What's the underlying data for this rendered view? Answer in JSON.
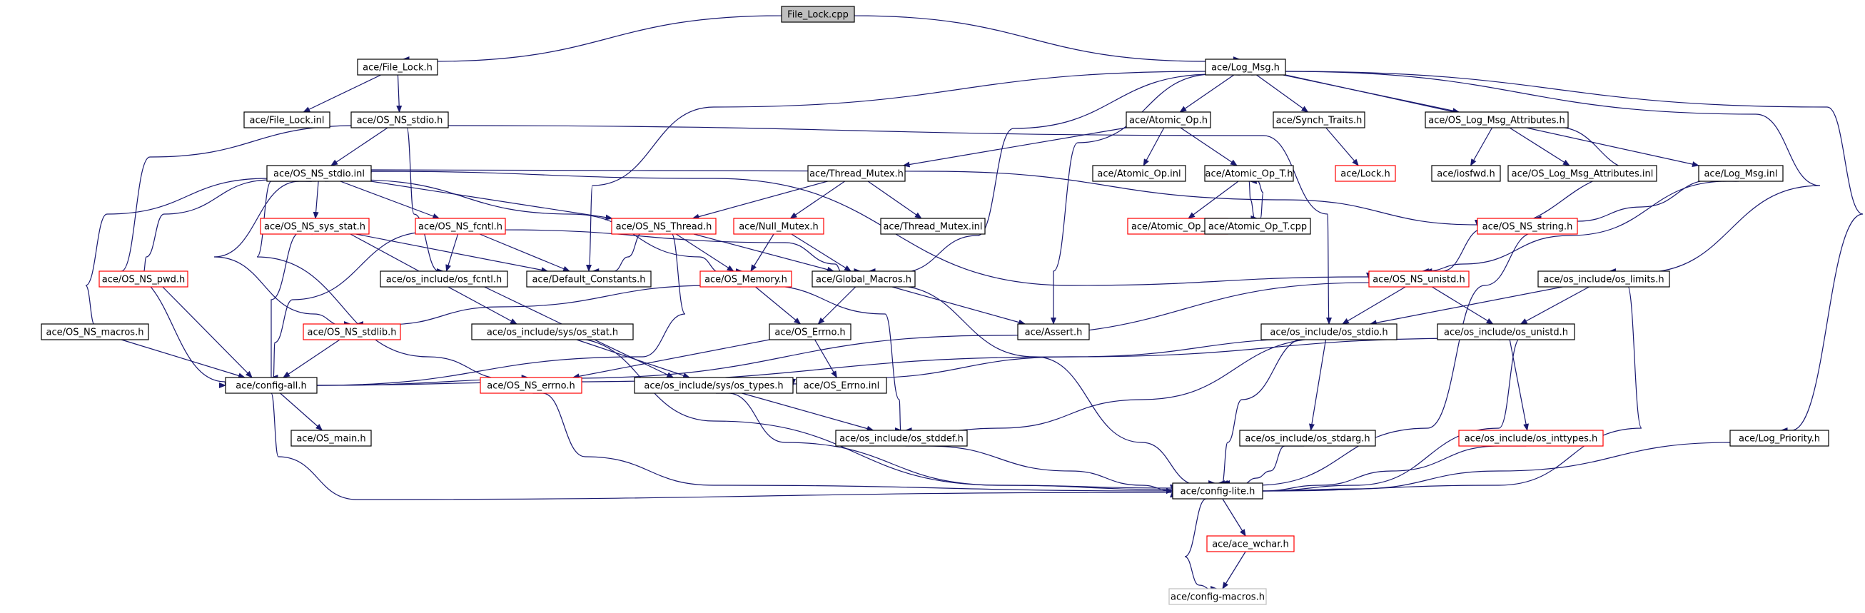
{
  "nodes": {
    "n0": {
      "label": "File_Lock.cpp"
    },
    "n1": {
      "label": "ace/File_Lock.h"
    },
    "n2": {
      "label": "ace/Log_Msg.h"
    },
    "n3": {
      "label": "ace/File_Lock.inl"
    },
    "n4": {
      "label": "ace/OS_NS_stdio.h"
    },
    "n5": {
      "label": "ace/Atomic_Op.h"
    },
    "n6": {
      "label": "ace/Synch_Traits.h"
    },
    "n7": {
      "label": "ace/OS_Log_Msg_Attributes.h"
    },
    "n8": {
      "label": "ace/OS_NS_stdio.inl"
    },
    "n9": {
      "label": "ace/Thread_Mutex.h"
    },
    "n10": {
      "label": "ace/Atomic_Op.inl"
    },
    "n11": {
      "label": "ace/Atomic_Op_T.h"
    },
    "n12": {
      "label": "ace/Lock.h"
    },
    "n13": {
      "label": "ace/iosfwd.h"
    },
    "n14": {
      "label": "ace/OS_Log_Msg_Attributes.inl"
    },
    "n15": {
      "label": "ace/Log_Msg.inl"
    },
    "n16": {
      "label": "ace/OS_NS_sys_stat.h"
    },
    "n17": {
      "label": "ace/OS_NS_fcntl.h"
    },
    "n18": {
      "label": "ace/OS_NS_Thread.h"
    },
    "n19": {
      "label": "ace/Null_Mutex.h"
    },
    "n20": {
      "label": "ace/Thread_Mutex.inl"
    },
    "n21": {
      "label": "ace/Atomic_Op_T.inl"
    },
    "n22": {
      "label": "ace/Atomic_Op_T.cpp"
    },
    "n23": {
      "label": "ace/OS_NS_string.h"
    },
    "n24": {
      "label": "ace/OS_NS_pwd.h"
    },
    "n25": {
      "label": "ace/os_include/os_fcntl.h"
    },
    "n26": {
      "label": "ace/Default_Constants.h"
    },
    "n27": {
      "label": "ace/OS_Memory.h"
    },
    "n28": {
      "label": "ace/Global_Macros.h"
    },
    "n29": {
      "label": "ace/OS_NS_unistd.h"
    },
    "n30": {
      "label": "ace/os_include/os_limits.h"
    },
    "n31": {
      "label": "ace/OS_NS_macros.h"
    },
    "n32": {
      "label": "ace/OS_NS_stdlib.h"
    },
    "n33": {
      "label": "ace/os_include/sys/os_stat.h"
    },
    "n34": {
      "label": "ace/OS_Errno.h"
    },
    "n35": {
      "label": "ace/Assert.h"
    },
    "n36": {
      "label": "ace/os_include/os_stdio.h"
    },
    "n37": {
      "label": "ace/os_include/os_unistd.h"
    },
    "n38": {
      "label": "ace/config-all.h"
    },
    "n39": {
      "label": "ace/OS_NS_errno.h"
    },
    "n40": {
      "label": "ace/os_include/sys/os_types.h"
    },
    "n41": {
      "label": "ace/OS_Errno.inl"
    },
    "n42": {
      "label": "ace/OS_main.h"
    },
    "n43": {
      "label": "ace/os_include/os_stddef.h"
    },
    "n44": {
      "label": "ace/os_include/os_stdarg.h"
    },
    "n45": {
      "label": "ace/os_include/os_inttypes.h"
    },
    "n46": {
      "label": "ace/Log_Priority.h"
    },
    "n47": {
      "label": "ace/config-lite.h"
    },
    "n48": {
      "label": "ace/ace_wchar.h"
    },
    "n49": {
      "label": "ace/config-macros.h"
    }
  },
  "colors": {
    "edge": "#191970",
    "node_border": "#000000",
    "undocumented_border": "#ff0000",
    "external_border": "#bfbfbf",
    "root_fill": "#bfbfbf",
    "background": "#ffffff"
  },
  "edges": [
    [
      "n0",
      "n1"
    ],
    [
      "n0",
      "n2"
    ],
    [
      "n1",
      "n3"
    ],
    [
      "n1",
      "n4"
    ],
    [
      "n4",
      "n8"
    ],
    [
      "n4",
      "n38"
    ],
    [
      "n4",
      "n25"
    ],
    [
      "n4",
      "n36"
    ],
    [
      "n2",
      "n5"
    ],
    [
      "n2",
      "n6"
    ],
    [
      "n2",
      "n7"
    ],
    [
      "n2",
      "n15"
    ],
    [
      "n2",
      "n26"
    ],
    [
      "n2",
      "n28"
    ],
    [
      "n2",
      "n35"
    ],
    [
      "n2",
      "n30"
    ],
    [
      "n2",
      "n46"
    ],
    [
      "n5",
      "n9"
    ],
    [
      "n5",
      "n10"
    ],
    [
      "n5",
      "n11"
    ],
    [
      "n6",
      "n12"
    ],
    [
      "n7",
      "n13"
    ],
    [
      "n7",
      "n14"
    ],
    [
      "n7",
      "n29"
    ],
    [
      "n15",
      "n23"
    ],
    [
      "n15",
      "n29"
    ],
    [
      "n8",
      "n16"
    ],
    [
      "n8",
      "n17"
    ],
    [
      "n8",
      "n18"
    ],
    [
      "n8",
      "n24"
    ],
    [
      "n8",
      "n31"
    ],
    [
      "n8",
      "n32"
    ],
    [
      "n8",
      "n39"
    ],
    [
      "n8",
      "n27"
    ],
    [
      "n8",
      "n23"
    ],
    [
      "n8",
      "n29"
    ],
    [
      "n9",
      "n18"
    ],
    [
      "n9",
      "n19"
    ],
    [
      "n9",
      "n20"
    ],
    [
      "n11",
      "n21"
    ],
    [
      "n11",
      "n22"
    ],
    [
      "n22",
      "n11"
    ],
    [
      "n16",
      "n33"
    ],
    [
      "n16",
      "n38"
    ],
    [
      "n16",
      "n26"
    ],
    [
      "n17",
      "n25"
    ],
    [
      "n17",
      "n26"
    ],
    [
      "n17",
      "n38"
    ],
    [
      "n17",
      "n28"
    ],
    [
      "n18",
      "n26"
    ],
    [
      "n18",
      "n27"
    ],
    [
      "n18",
      "n28"
    ],
    [
      "n18",
      "n38"
    ],
    [
      "n19",
      "n27"
    ],
    [
      "n19",
      "n28"
    ],
    [
      "n24",
      "n38"
    ],
    [
      "n25",
      "n40"
    ],
    [
      "n27",
      "n34"
    ],
    [
      "n27",
      "n43"
    ],
    [
      "n27",
      "n32"
    ],
    [
      "n28",
      "n35"
    ],
    [
      "n28",
      "n34"
    ],
    [
      "n28",
      "n47"
    ],
    [
      "n29",
      "n36"
    ],
    [
      "n29",
      "n37"
    ],
    [
      "n29",
      "n38"
    ],
    [
      "n30",
      "n36"
    ],
    [
      "n30",
      "n37"
    ],
    [
      "n30",
      "n47"
    ],
    [
      "n31",
      "n38"
    ],
    [
      "n32",
      "n38"
    ],
    [
      "n33",
      "n40"
    ],
    [
      "n33",
      "n47"
    ],
    [
      "n34",
      "n39"
    ],
    [
      "n34",
      "n41"
    ],
    [
      "n36",
      "n40"
    ],
    [
      "n36",
      "n44"
    ],
    [
      "n36",
      "n43"
    ],
    [
      "n36",
      "n47"
    ],
    [
      "n37",
      "n45"
    ],
    [
      "n37",
      "n47"
    ],
    [
      "n37",
      "n38"
    ],
    [
      "n38",
      "n42"
    ],
    [
      "n38",
      "n47"
    ],
    [
      "n39",
      "n47"
    ],
    [
      "n40",
      "n43"
    ],
    [
      "n40",
      "n47"
    ],
    [
      "n43",
      "n47"
    ],
    [
      "n44",
      "n47"
    ],
    [
      "n45",
      "n47"
    ],
    [
      "n46",
      "n47"
    ],
    [
      "n23",
      "n47"
    ],
    [
      "n47",
      "n48"
    ],
    [
      "n47",
      "n49"
    ],
    [
      "n48",
      "n49"
    ]
  ]
}
